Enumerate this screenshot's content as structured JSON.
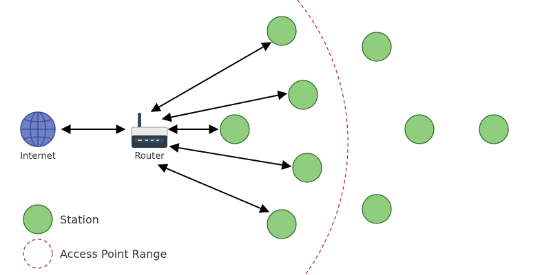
{
  "nodes": {
    "internet": {
      "label": "Internet",
      "icon": "globe-icon"
    },
    "router": {
      "label": "Router",
      "icon": "router-icon"
    },
    "stations": [
      {
        "id": "s1",
        "in_range": true
      },
      {
        "id": "s2",
        "in_range": true
      },
      {
        "id": "s3",
        "in_range": true
      },
      {
        "id": "s4",
        "in_range": true
      },
      {
        "id": "s5",
        "in_range": true
      },
      {
        "id": "s6",
        "in_range": false
      },
      {
        "id": "s7",
        "in_range": false
      },
      {
        "id": "s8",
        "in_range": false
      },
      {
        "id": "s9",
        "in_range": false
      }
    ]
  },
  "links": [
    {
      "from": "internet",
      "to": "router",
      "bidirectional": true
    },
    {
      "from": "router",
      "to": "s1",
      "bidirectional": true
    },
    {
      "from": "router",
      "to": "s2",
      "bidirectional": true
    },
    {
      "from": "router",
      "to": "s3",
      "bidirectional": true
    },
    {
      "from": "router",
      "to": "s4",
      "bidirectional": true
    },
    {
      "from": "router",
      "to": "s5",
      "bidirectional": true
    }
  ],
  "legend": {
    "station_label": "Station",
    "range_label": "Access Point Range"
  },
  "colors": {
    "station_fill": "#8fce7c",
    "station_stroke": "#2e6b2a",
    "range_stroke": "#b32d2d",
    "globe_fill": "#6f7fc8",
    "globe_stroke": "#3b4a93",
    "arrow": "#000000"
  }
}
